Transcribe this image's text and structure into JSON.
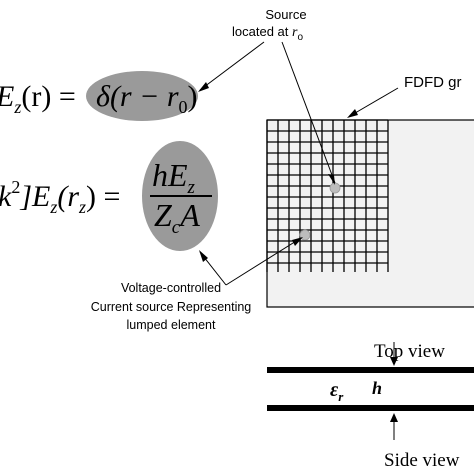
{
  "annotations": {
    "source_line1": "Source",
    "source_line2": "located at ",
    "source_sym": "r",
    "source_sub": "o",
    "fdfd_grid": "FDFD gr",
    "lumped_line1": "Voltage-controlled",
    "lumped_line2": "Current source Representing",
    "lumped_line3": "lumped element",
    "top_view": "Top view",
    "side_view": "Side view"
  },
  "equations": {
    "eq1_lhs": "E",
    "eq1_lhs_sub": "z",
    "eq1_lhs_arg": "(r) =",
    "eq1_rhs": "δ(r − r",
    "eq1_rhs_sub": "0",
    "eq1_rhs_close": ")",
    "eq2_lhs_a": "k",
    "eq2_lhs_sup": "2",
    "eq2_lhs_b": "]E",
    "eq2_lhs_sub": "z",
    "eq2_lhs_arg": "(r",
    "eq2_lhs_arg_sub": "z",
    "eq2_lhs_close": ") =",
    "eq2_num": "hE",
    "eq2_num_sub": "z",
    "eq2_den_a": "Z",
    "eq2_den_sub": "c",
    "eq2_den_b": "A"
  },
  "side_view_labels": {
    "epsilon": "ε",
    "epsilon_sub": "r",
    "height": "h"
  },
  "colors": {
    "ellipse_fill": "#9a9a9a",
    "grid_bg": "#f2f2f2",
    "source_dot": "#bdbdbd",
    "line": "#000000"
  }
}
